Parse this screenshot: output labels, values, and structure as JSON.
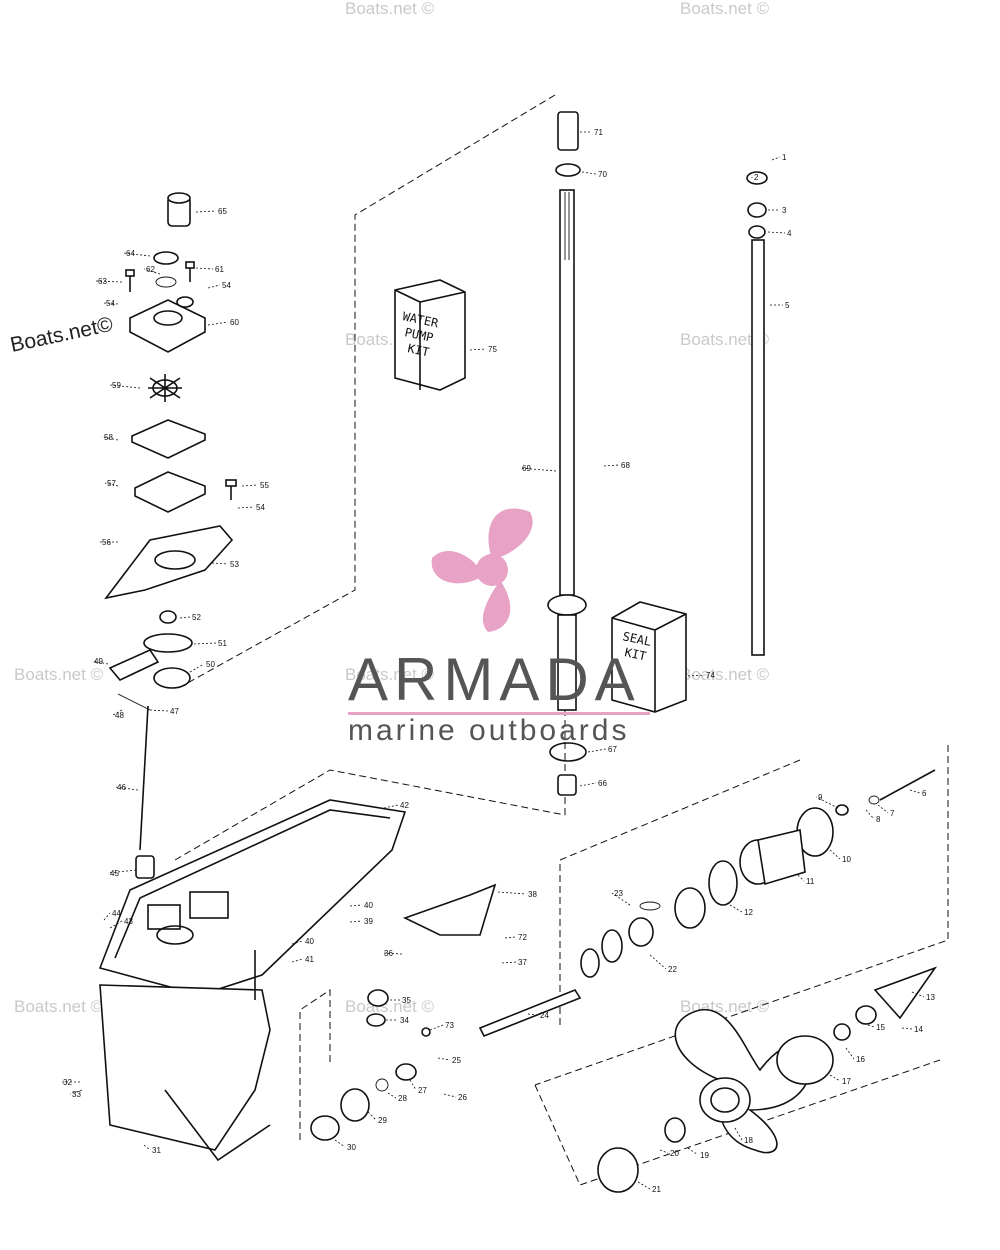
{
  "brand": {
    "name": "ARMADA",
    "tagline": "marine outboards",
    "accent_color": "#e7a2c6",
    "text_color": "#555555"
  },
  "watermark": {
    "text": "Boats.net ©",
    "main_text": "Boats.net©"
  },
  "kits": {
    "water_pump": [
      "WATER",
      "PUMP",
      "KIT"
    ],
    "seal": [
      "SEAL",
      "KIT"
    ]
  },
  "callouts": [
    "1",
    "2",
    "3",
    "4",
    "5",
    "6",
    "7",
    "8",
    "9",
    "10",
    "11",
    "12",
    "13",
    "14",
    "15",
    "16",
    "17",
    "18",
    "19",
    "20",
    "21",
    "22",
    "23",
    "24",
    "25",
    "26",
    "27",
    "28",
    "29",
    "30",
    "31",
    "32",
    "33",
    "34",
    "35",
    "36",
    "37",
    "38",
    "39",
    "40",
    "40",
    "41",
    "42",
    "43",
    "44",
    "45",
    "46",
    "47",
    "48",
    "49",
    "50",
    "51",
    "52",
    "53",
    "54",
    "54",
    "54",
    "55",
    "56",
    "57",
    "58",
    "59",
    "60",
    "61",
    "62",
    "63",
    "64",
    "65",
    "66",
    "67",
    "68",
    "69",
    "70",
    "71",
    "72",
    "73",
    "74",
    "75"
  ]
}
